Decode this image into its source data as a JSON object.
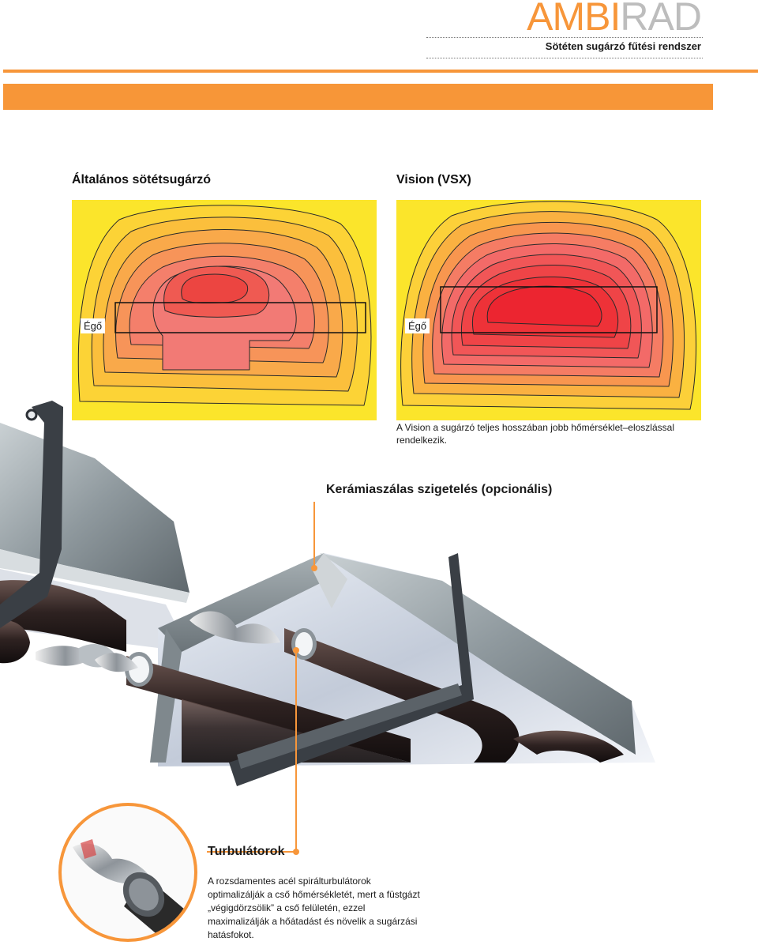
{
  "header": {
    "brand_part1": "AMBI",
    "brand_part2": "RAD",
    "subtitle": "Sötéten sugárzó fűtési rendszer"
  },
  "comparison": {
    "left": {
      "title": "Általános sötétsugárzó",
      "burner_label": "Égő"
    },
    "right": {
      "title": "Vision (VSX)",
      "burner_label": "Égő"
    },
    "caption": "A Vision a sugárzó teljes hosszában jobb hőmérséklet–eloszlással rendelkezik."
  },
  "callouts": {
    "insulation": "Kerámiaszálas szigetelés (opcionális)",
    "turbulators_title": "Turbulátorok",
    "turbulators_text": "A rozsdamentes acél spirálturbulátorok optimalizálják a cső hőmérsékletét, mert a füstgázt „végigdörzsölik” a cső felületén, ezzel maximalizálják a hőátadást és növelik a sugárzási hatásfokot."
  },
  "colors": {
    "brand_orange": "#f7963a",
    "brand_grey": "#bdbdbd",
    "heat_yellow": "#fbe52b",
    "heat_red": "#ee2a2a"
  }
}
